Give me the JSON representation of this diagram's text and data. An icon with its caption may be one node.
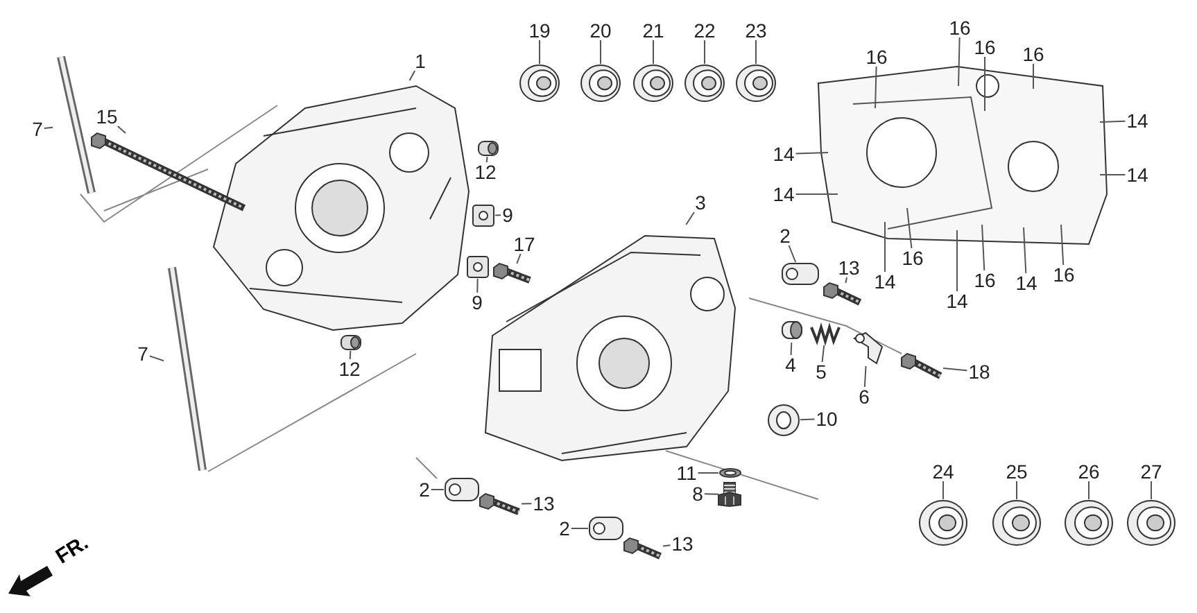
{
  "diagram": {
    "nodes": [
      {
        "text": [
          "19"
        ]
      },
      {
        "text": [],
        "shape": "picture"
      },
      {
        "text": [
          "20"
        ]
      },
      {
        "text": [],
        "shape": "picture"
      },
      {
        "text": [
          "21"
        ]
      },
      {
        "text": [],
        "shape": "picture"
      },
      {
        "text": [
          "22"
        ]
      },
      {
        "text": [],
        "shape": "picture"
      },
      {
        "text": [
          "23"
        ]
      },
      {
        "text": [],
        "shape": "picture"
      },
      {
        "text": [
          "1"
        ]
      },
      {
        "text": [],
        "shape": "picture"
      },
      {
        "text": [
          "15"
        ]
      },
      {
        "text": [],
        "shape": "picture"
      },
      {
        "text": [
          "7"
        ]
      },
      {
        "text": [],
        "shape": "picture"
      },
      {
        "text": [
          "12"
        ]
      },
      {
        "text": [],
        "shape": "picture"
      },
      {
        "text": [
          "9"
        ]
      },
      {
        "text": [],
        "shape": "picture"
      },
      {
        "text": [
          "17"
        ]
      },
      {
        "text": [],
        "shape": "picture"
      },
      {
        "text": [
          "9"
        ]
      },
      {
        "text": [],
        "shape": "picture"
      },
      {
        "text": [
          "7"
        ]
      },
      {
        "text": [],
        "shape": "picture"
      },
      {
        "text": [
          "12"
        ]
      },
      {
        "text": [],
        "shape": "picture"
      },
      {
        "text": [
          "3"
        ]
      },
      {
        "text": [],
        "shape": "picture"
      },
      {
        "text": [
          "2"
        ]
      },
      {
        "text": [],
        "shape": "picture"
      },
      {
        "text": [
          "13"
        ]
      },
      {
        "text": [],
        "shape": "picture"
      },
      {
        "text": [
          "4"
        ]
      },
      {
        "text": [],
        "shape": "picture"
      },
      {
        "text": [
          "5"
        ]
      },
      {
        "text": [],
        "shape": "picture"
      },
      {
        "text": [
          "6"
        ]
      },
      {
        "text": [],
        "shape": "picture"
      },
      {
        "text": [
          "18"
        ]
      },
      {
        "text": [],
        "shape": "picture"
      },
      {
        "text": [
          "10"
        ]
      },
      {
        "text": [],
        "shape": "picture"
      },
      {
        "text": [
          "11"
        ]
      },
      {
        "text": [],
        "shape": "picture"
      },
      {
        "text": [
          "8"
        ]
      },
      {
        "text": [],
        "shape": "picture"
      },
      {
        "text": [
          "2"
        ]
      },
      {
        "text": [],
        "shape": "picture"
      },
      {
        "text": [
          "13"
        ]
      },
      {
        "text": [],
        "shape": "picture"
      },
      {
        "text": [
          "2"
        ]
      },
      {
        "text": [],
        "shape": "picture"
      },
      {
        "text": [
          "13"
        ]
      },
      {
        "text": [],
        "shape": "picture"
      },
      {
        "text": [
          "24"
        ]
      },
      {
        "text": [],
        "shape": "picture"
      },
      {
        "text": [
          "25"
        ]
      },
      {
        "text": [],
        "shape": "picture"
      },
      {
        "text": [
          "26"
        ]
      },
      {
        "text": [],
        "shape": "picture"
      },
      {
        "text": [
          "27"
        ]
      },
      {
        "text": [],
        "shape": "picture"
      },
      {
        "text": [
          "16"
        ]
      },
      {
        "text": [
          "16"
        ]
      },
      {
        "text": [
          "16"
        ]
      },
      {
        "text": [
          "16"
        ]
      },
      {
        "text": [
          "14"
        ]
      },
      {
        "text": [
          "14"
        ]
      },
      {
        "text": [
          "14"
        ]
      },
      {
        "text": [
          "14"
        ]
      },
      {
        "text": [
          "16"
        ]
      },
      {
        "text": [
          "14"
        ]
      },
      {
        "text": [
          "16"
        ]
      },
      {
        "text": [
          "16"
        ]
      },
      {
        "text": [
          "14"
        ]
      },
      {
        "text": [
          "14"
        ]
      }
    ],
    "edges": [
      {
        "from": 0,
        "to": 1,
        "arrow": "none"
      },
      {
        "from": 2,
        "to": 3,
        "arrow": "none"
      },
      {
        "from": 4,
        "to": 5,
        "arrow": "none"
      },
      {
        "from": 6,
        "to": 7,
        "arrow": "none"
      },
      {
        "from": 8,
        "to": 9,
        "arrow": "none"
      },
      {
        "from": 10,
        "to": 11,
        "arrow": "none"
      },
      {
        "from": 12,
        "to": 13,
        "arrow": "none"
      },
      {
        "from": 14,
        "to": 15,
        "arrow": "none"
      },
      {
        "from": 16,
        "to": 17,
        "arrow": "none"
      },
      {
        "from": 18,
        "to": 19,
        "arrow": "none"
      },
      {
        "from": 20,
        "to": 21,
        "arrow": "none"
      },
      {
        "from": 22,
        "to": 23,
        "arrow": "none"
      },
      {
        "from": 24,
        "to": 25,
        "arrow": "none"
      },
      {
        "from": 26,
        "to": 27,
        "arrow": "none"
      },
      {
        "from": 28,
        "to": 29,
        "arrow": "none"
      },
      {
        "from": 30,
        "to": 31,
        "arrow": "none"
      },
      {
        "from": 32,
        "to": 33,
        "arrow": "none"
      },
      {
        "from": 34,
        "to": 35,
        "arrow": "none"
      },
      {
        "from": 36,
        "to": 37,
        "arrow": "none"
      },
      {
        "from": 38,
        "to": 39,
        "arrow": "none"
      },
      {
        "from": 40,
        "to": 41,
        "arrow": "none"
      },
      {
        "from": 42,
        "to": 43,
        "arrow": "none"
      },
      {
        "from": 44,
        "to": 45,
        "arrow": "none"
      },
      {
        "from": 46,
        "to": 47,
        "arrow": "none"
      },
      {
        "from": 48,
        "to": 49,
        "arrow": "none"
      },
      {
        "from": 50,
        "to": 51,
        "arrow": "none"
      },
      {
        "from": 52,
        "to": 53,
        "arrow": "none"
      },
      {
        "from": 54,
        "to": 55,
        "arrow": "none"
      },
      {
        "from": 56,
        "to": 57,
        "arrow": "none"
      },
      {
        "from": 58,
        "to": 59,
        "arrow": "none"
      },
      {
        "from": 60,
        "to": 61,
        "arrow": "none"
      },
      {
        "from": 62,
        "to": 63,
        "arrow": "none"
      },
      {
        "from": 64,
        "to": null,
        "arrow": "none"
      },
      {
        "from": 65,
        "to": null,
        "arrow": "none"
      },
      {
        "from": 66,
        "to": null,
        "arrow": "none"
      },
      {
        "from": 67,
        "to": null,
        "arrow": "none"
      },
      {
        "from": 68,
        "to": null,
        "arrow": "none"
      },
      {
        "from": 69,
        "to": null,
        "arrow": "none"
      },
      {
        "from": 70,
        "to": null,
        "arrow": "none"
      },
      {
        "from": 71,
        "to": null,
        "arrow": "none"
      },
      {
        "from": 72,
        "to": null,
        "arrow": "none"
      },
      {
        "from": 73,
        "to": null,
        "arrow": "none"
      },
      {
        "from": 74,
        "to": null,
        "arrow": "none"
      },
      {
        "from": 75,
        "to": null,
        "arrow": "none"
      },
      {
        "from": 76,
        "to": null,
        "arrow": "none"
      },
      {
        "from": 77,
        "to": null,
        "arrow": "none"
      }
    ],
    "labels": [
      "FR."
    ]
  }
}
